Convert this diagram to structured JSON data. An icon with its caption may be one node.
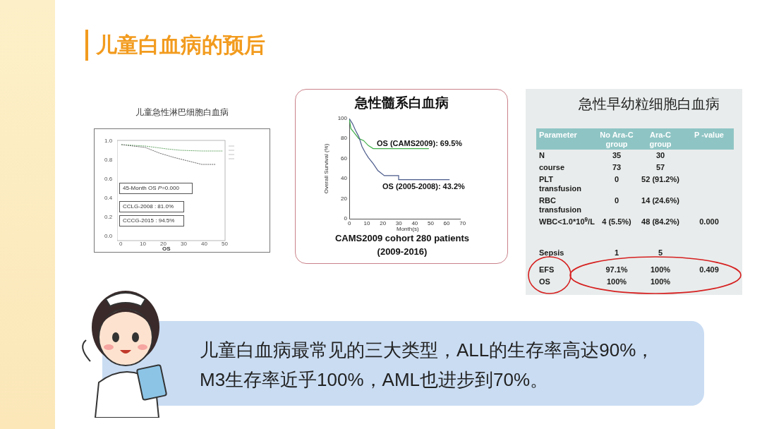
{
  "diagram": {
    "title": "儿童白血病的预后",
    "nodes": [
      {
        "text": [
          "儿童急性淋巴细胞白血病"
        ]
      },
      {
        "text": [
          "45-Month OS *P*=0.000"
        ],
        "in": 0
      },
      {
        "text": [
          "CCLG-2008 : 81.0%"
        ],
        "in": 0
      },
      {
        "text": [
          "CCCG-2015 : 94.5%"
        ],
        "in": 0
      },
      {
        "text": [
          "急性髓系白血病",
          "CAMS2009 cohort 280 patients (2009-2016)"
        ]
      },
      {
        "text": [
          "急性早幼粒细胞白血病"
        ]
      },
      {
        "text": [
          "儿童白血病最常见的三大类型，ALL的生存率高达90%，M3生存率近乎100%，AML也进步到70%。"
        ]
      }
    ],
    "labels": [
      "1.0",
      "0.8",
      "0.6",
      "0.4",
      "0.2",
      "0.0",
      "0",
      "10",
      "20",
      "30",
      "40",
      "50",
      "OS",
      "OS (CAMS2009): 69.5%",
      "OS (2005-2008): 43.2%",
      "Overall Survival (%)",
      "100",
      "80",
      "60",
      "40",
      "20",
      "0",
      "0",
      "10",
      "20",
      "30",
      "40",
      "50",
      "60",
      "70",
      "Month(s)",
      "Parameter",
      "No Ara-C group",
      "Ara-C group",
      "P -value",
      "N",
      "35",
      "30",
      "course",
      "73",
      "57",
      "PLT transfusion",
      "0",
      "52 (91.2%)",
      "RBC transfusion",
      "0",
      "14 (24.6%)",
      "WBC<1.0*10$^{9}$/L",
      "4 (5.5%)",
      "48 (84.2%)",
      "0.000",
      "Sepsis",
      "1",
      "5",
      "EFS",
      "97.1%",
      "100%",
      "0.409",
      "OS",
      "100%",
      "100%"
    ]
  }
}
